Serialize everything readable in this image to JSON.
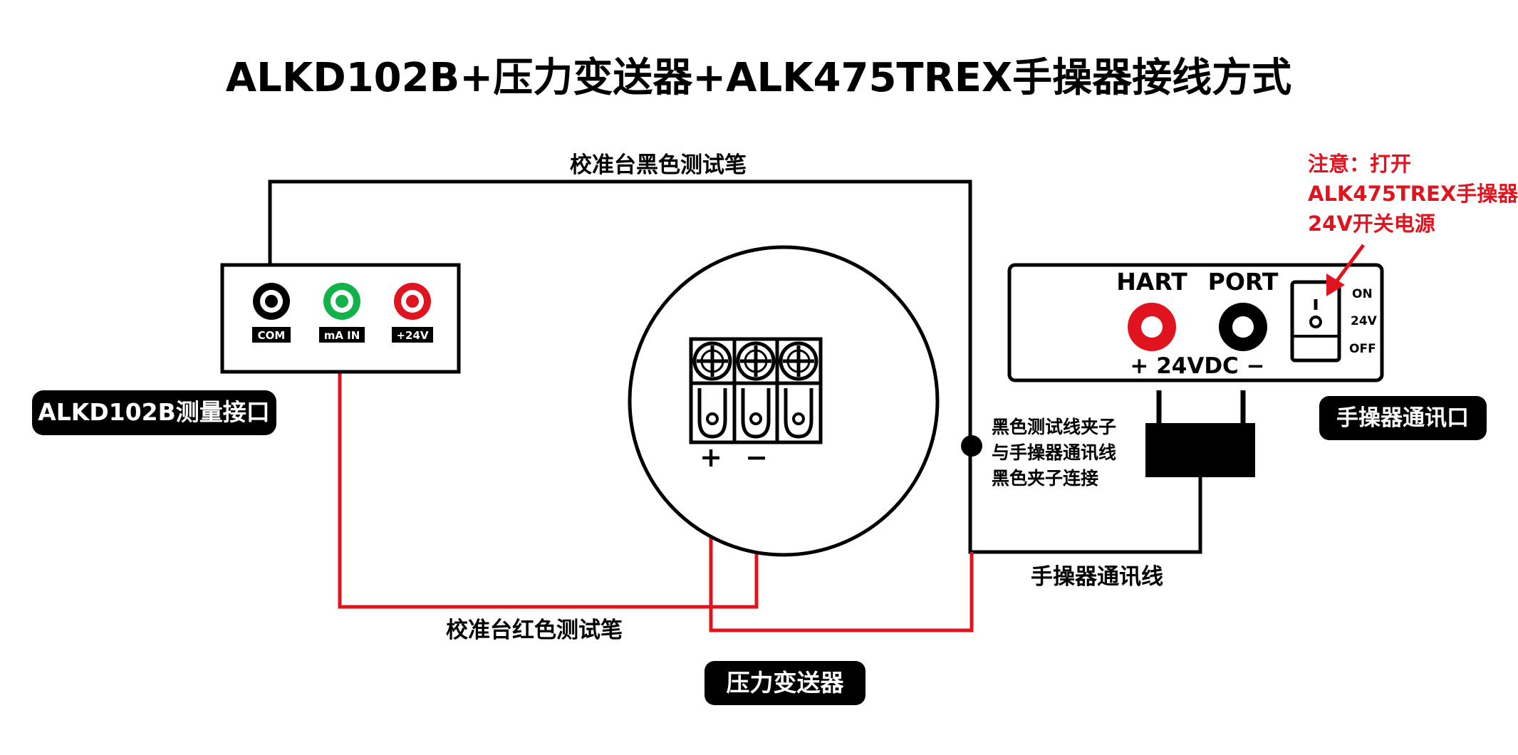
{
  "title": "ALKD102B+压力变送器+ALK475TREX手操器接线方式",
  "labels": {
    "black_probe": "校准台黑色测试笔",
    "red_probe": "校准台红色测试笔",
    "hart_comm_line": "手操器通讯线",
    "clip_note": [
      "黑色测试线夹子",
      "与手操器通讯线",
      "黑色夹子连接"
    ]
  },
  "badges": {
    "alkd_port": "ALKD102B测量接口",
    "transmitter": "压力变送器",
    "hart_port": "手操器通讯口"
  },
  "calibrator_terminals": [
    {
      "label": "COM",
      "color": "#000000"
    },
    {
      "label": "mA IN",
      "color": "#12b24a"
    },
    {
      "label": "+24V",
      "color": "#e0141e"
    }
  ],
  "transmitter_terminals": {
    "plus": "+",
    "minus": "−"
  },
  "communicator": {
    "hart_label": "HART",
    "port_label": "PORT",
    "vdc_label": "+ 24VDC −",
    "switch": {
      "on": "ON",
      "mid": "24V",
      "off": "OFF"
    }
  },
  "note": [
    "注意：打开",
    "ALK475TREX手操器",
    "24V开关电源"
  ],
  "colors": {
    "red_wire": "#e0141e",
    "green": "#12b24a",
    "note": "#e0141e",
    "black": "#000000"
  }
}
